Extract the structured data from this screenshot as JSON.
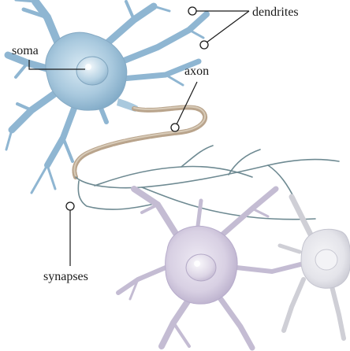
{
  "diagram": {
    "labels": {
      "dendrites": "dendrites",
      "soma": "soma",
      "axon": "axon",
      "synapses": "synapses"
    },
    "colors": {
      "neuron_primary": "#a9c9de",
      "neuron_secondary": "#d8d0e3",
      "neuron_tertiary": "#e4e4ea",
      "axon_sheath": "#b9a48c",
      "leader_lines": "#1a1a1a"
    }
  }
}
